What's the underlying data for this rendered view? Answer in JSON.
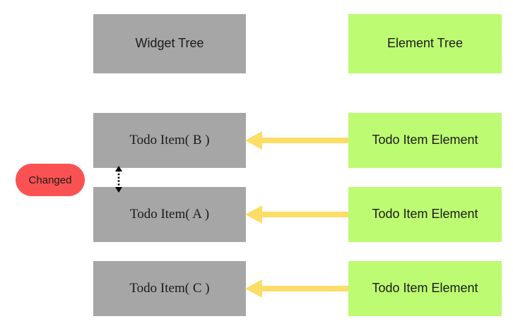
{
  "diagram": {
    "title_columns": {
      "widget_tree_label": "Widget Tree",
      "element_tree_label": "Element Tree"
    },
    "widget_rows": [
      {
        "label": "Todo Item( B )"
      },
      {
        "label": "Todo Item( A )"
      },
      {
        "label": "Todo Item( C )"
      }
    ],
    "element_rows": [
      {
        "label": "Todo Item Element"
      },
      {
        "label": "Todo Item Element"
      },
      {
        "label": "Todo Item Element"
      }
    ],
    "annotation": {
      "changed_label": "Changed",
      "swap_icon": "double-headed-dotted-arrow-icon",
      "link_icon": "left-arrow-icon"
    },
    "colors": {
      "widget_box": "#a6a6a6",
      "element_box": "#bdfb72",
      "link_arrow": "#fbdd67",
      "changed_badge": "#fa5252",
      "text": "#1b1b1b",
      "background": "#ffffff",
      "swap_arrow": "#000000"
    }
  }
}
